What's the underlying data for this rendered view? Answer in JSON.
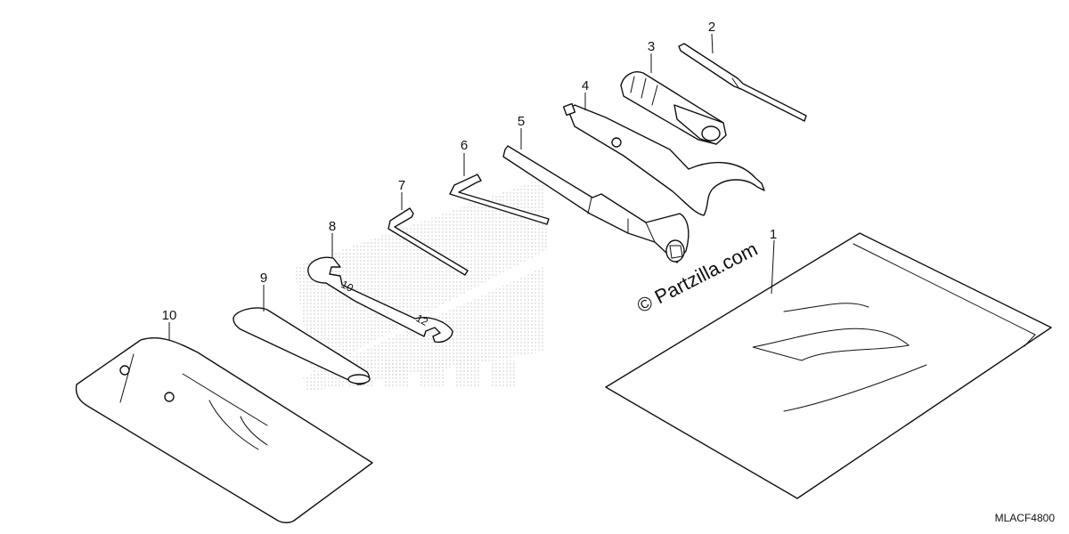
{
  "diagram": {
    "parts": [
      {
        "number": "1",
        "item": "owners-manual"
      },
      {
        "number": "2",
        "item": "screwdriver"
      },
      {
        "number": "3",
        "item": "screwdriver-grip"
      },
      {
        "number": "4",
        "item": "pin-spanner"
      },
      {
        "number": "5",
        "item": "spark-plug-wrench"
      },
      {
        "number": "6",
        "item": "hex-wrench-large"
      },
      {
        "number": "7",
        "item": "hex-wrench-small"
      },
      {
        "number": "8",
        "item": "open-end-wrench"
      },
      {
        "number": "9",
        "item": "extension-bar"
      },
      {
        "number": "10",
        "item": "tool-bag"
      }
    ],
    "watermark": "© Partzilla.com",
    "code": "MLACF4800"
  },
  "colors": {
    "ink": "#111111",
    "background": "#ffffff",
    "stipple": "#bdbdbd"
  }
}
